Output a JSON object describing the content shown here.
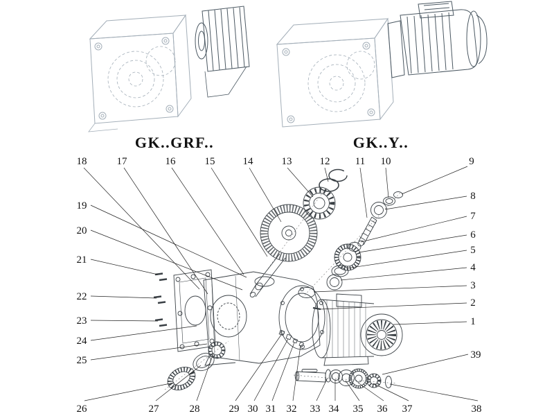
{
  "colors": {
    "background": "#ffffff",
    "illustration_light": "#a3aeb8",
    "illustration_dark": "#4a5761",
    "diagram_ink": "#3a4045",
    "leader_line": "#222222",
    "text": "#111111"
  },
  "titles": {
    "left_variant": "GK..GRF..",
    "right_variant": "GK..Y.."
  },
  "callouts": {
    "n1": "1",
    "n2": "2",
    "n3": "3",
    "n4": "4",
    "n5": "5",
    "n6": "6",
    "n7": "7",
    "n8": "8",
    "n9": "9",
    "n10": "10",
    "n11": "11",
    "n12": "12",
    "n13": "13",
    "n14": "14",
    "n15": "15",
    "n16": "16",
    "n17": "17",
    "n18": "18",
    "n19": "19",
    "n20": "20",
    "n21": "21",
    "n22": "22",
    "n23": "23",
    "n24": "24",
    "n25": "25",
    "n26": "26",
    "n27": "27",
    "n28": "28",
    "n29": "29",
    "n30": "30",
    "n31": "31",
    "n32": "32",
    "n33": "33",
    "n34": "34",
    "n35": "35",
    "n36": "36",
    "n37": "37",
    "n38": "38",
    "n39": "39"
  }
}
